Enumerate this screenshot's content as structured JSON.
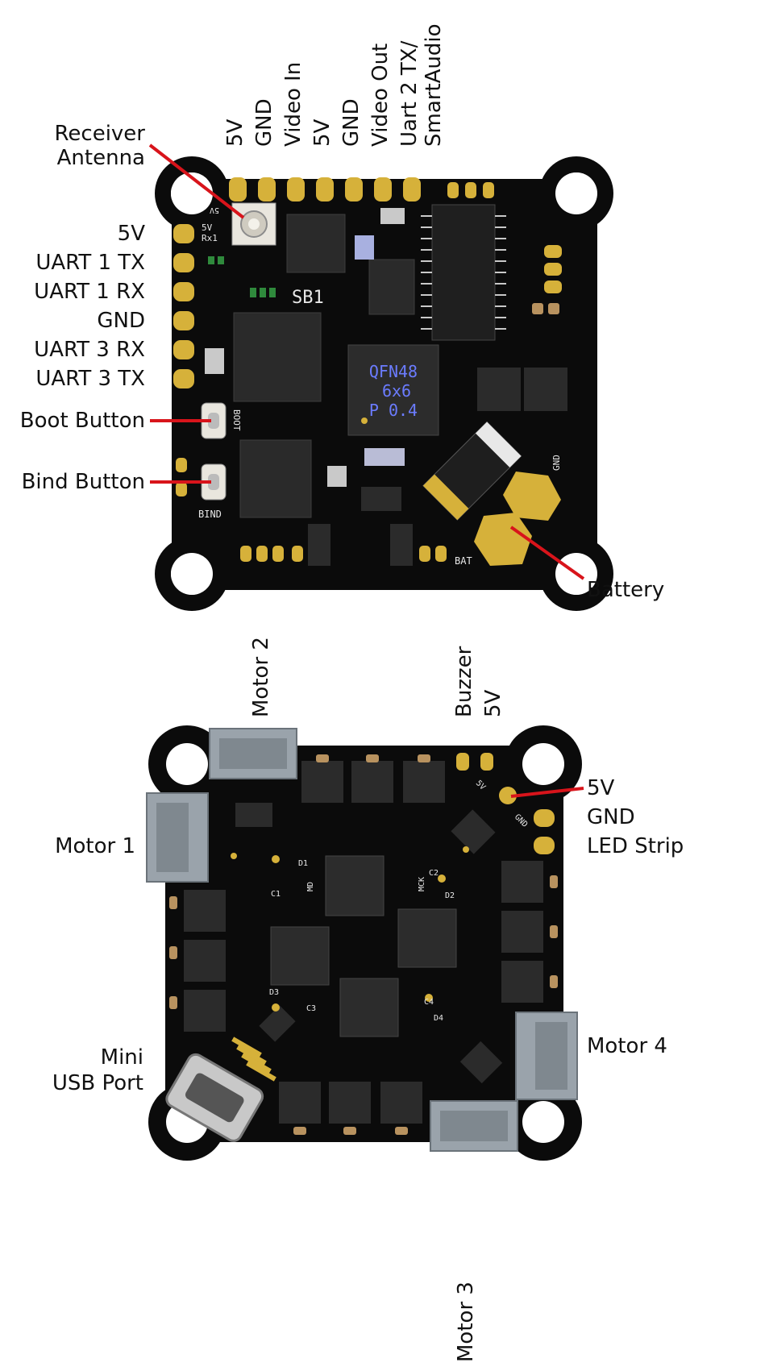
{
  "top_board": {
    "header_labels": [
      "5V",
      "GND",
      "Video In",
      "5V",
      "GND",
      "Video Out",
      "Uart 2 TX/",
      "SmartAudio"
    ],
    "left_labels": [
      "5V",
      "UART 1 TX",
      "UART 1 RX",
      "GND",
      "UART 3 RX",
      "UART 3 TX"
    ],
    "callouts": {
      "antenna_line1": "Receiver",
      "antenna_line2": "Antenna",
      "boot": "Boot Button",
      "bind": "Bind Button",
      "battery": "Battery"
    },
    "silkscreen": {
      "sb1": "SB1",
      "chip_l1": "QFN48",
      "chip_l2": "6x6",
      "chip_l3": "P 0.4",
      "rx_l1": "5V",
      "rx_l2": "Rx1",
      "boot": "BOOT",
      "bind": "BIND",
      "bat": "BAT",
      "gnd": "GND",
      "fiveV": "5V"
    }
  },
  "bottom_board": {
    "labels": {
      "motor1": "Motor 1",
      "motor2": "Motor 2",
      "motor3": "Motor 3",
      "motor4": "Motor 4",
      "buzzer": "Buzzer",
      "buzzer_5v": "5V",
      "led_5v": "5V",
      "led_gnd": "GND",
      "led_strip": "LED Strip",
      "usb_line1": "Mini",
      "usb_line2": "USB Port"
    },
    "silkscreen": [
      "D1",
      "C1",
      "MD",
      "C2",
      "MCK",
      "D2",
      "D3",
      "C3",
      "C4",
      "D4",
      "5V",
      "GND"
    ]
  },
  "colors": {
    "pcb": "#0b0b0b",
    "pad": "#d6b13a",
    "callout_line": "#d8141b",
    "connector": "#9aa3ab"
  }
}
